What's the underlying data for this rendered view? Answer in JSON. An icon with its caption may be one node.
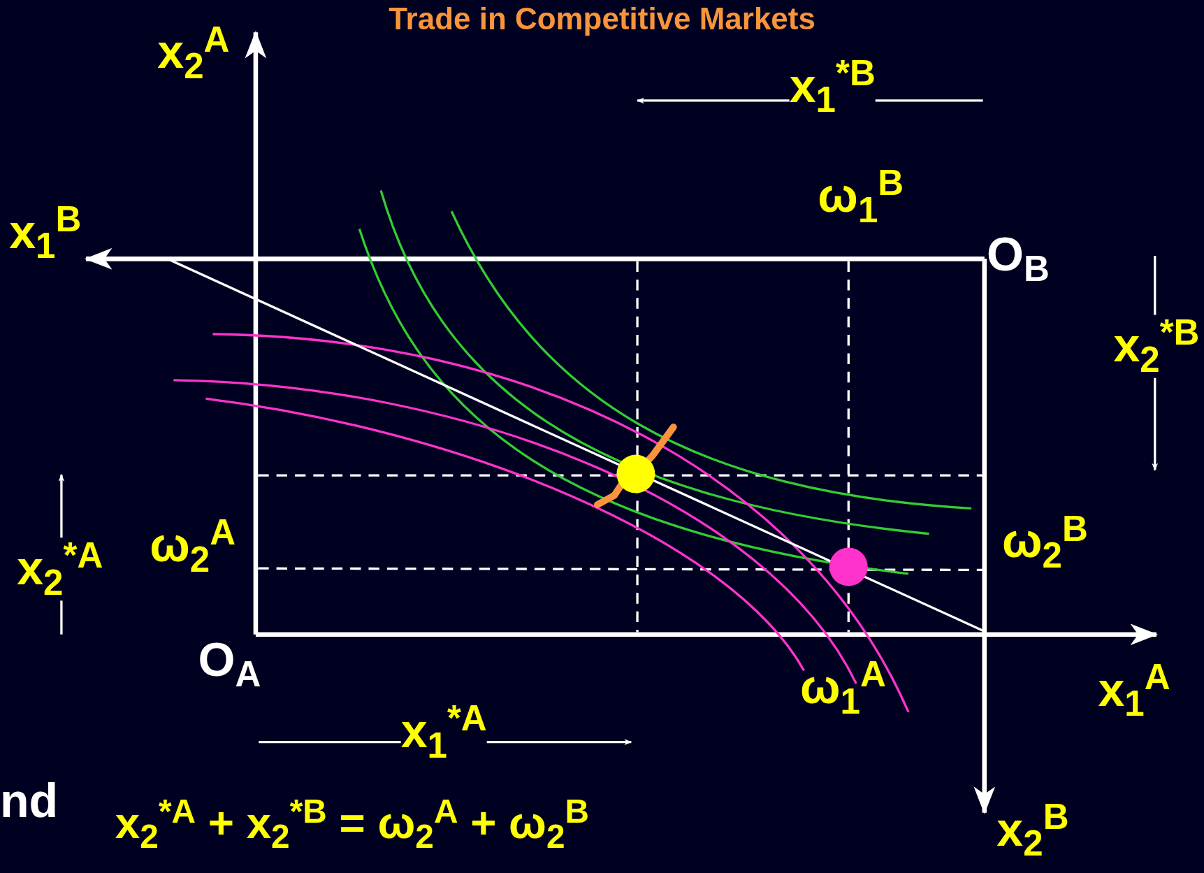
{
  "diagram": {
    "title": "Trade in Competitive Markets",
    "labels": [
      "x$_{2}$$^{A}$",
      "x$_{1}$$^{*B}$",
      "ω$_{1}$$^{B}$",
      "O$_{B}$",
      "x$_{1}$$^{B}$",
      "x$_{2}$$^{*B}$",
      "x$_{2}$$^{*A}$",
      "ω$_{2}$$^{A}$",
      "ω$_{2}$$^{B}$",
      "O$_{A}$",
      "x$_{1}$$^{*A}$",
      "ω$_{1}$$^{A}$",
      "x$_{1}$$^{A}$",
      "nd",
      "x$_{2}$$^{*A}$ + x$_{2}$$^{*B}$ = ω$_{2}$$^{A}$ + ω$_{2}$$^{B}$",
      "x$_{2}$$^{B}$"
    ]
  }
}
